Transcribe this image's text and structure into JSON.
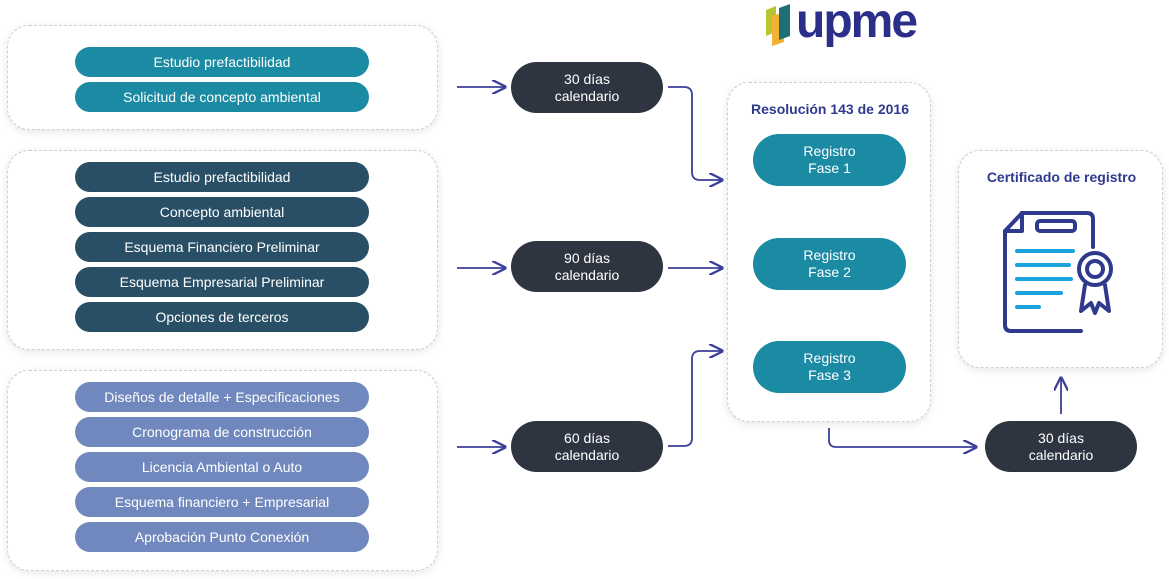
{
  "logo": {
    "text": "upme"
  },
  "groups": [
    {
      "items": [
        "Estudio prefactibilidad",
        "Solicitud de concepto ambiental"
      ]
    },
    {
      "items": [
        "Estudio prefactibilidad",
        "Concepto ambiental",
        "Esquema Financiero Preliminar",
        "Esquema Empresarial Preliminar",
        "Opciones de terceros"
      ]
    },
    {
      "items": [
        "Diseños de detalle + Especificaciones",
        "Cronograma de construcción",
        "Licencia Ambiental o Auto",
        "Esquema financiero + Empresarial",
        "Aprobación Punto Conexión"
      ]
    }
  ],
  "durations": [
    {
      "line1": "30 días",
      "line2": "calendario"
    },
    {
      "line1": "90 días",
      "line2": "calendario"
    },
    {
      "line1": "60 días",
      "line2": "calendario"
    },
    {
      "line1": "30 días",
      "line2": "calendario"
    }
  ],
  "resolution": {
    "title": "Resolución 143 de 2016",
    "phases": [
      {
        "line1": "Registro",
        "line2": "Fase 1"
      },
      {
        "line1": "Registro",
        "line2": "Fase 2"
      },
      {
        "line1": "Registro",
        "line2": "Fase 3"
      }
    ]
  },
  "certificate": {
    "title": "Certificado de registro",
    "icon": "certificate-icon"
  },
  "colors": {
    "teal": "#1b8aa3",
    "navy": "#284f66",
    "periwinkle": "#7088be",
    "dark": "#2e3540",
    "arrow": "#3b3f99",
    "title": "#2f3a8f"
  }
}
